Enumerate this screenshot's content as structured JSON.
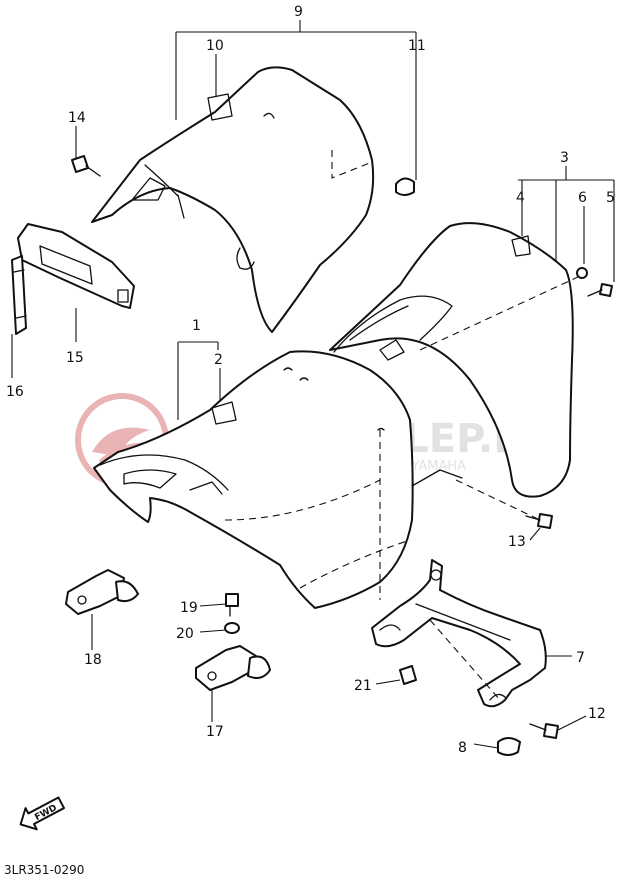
{
  "diagram_code": "3LR351-0290",
  "direction_label": "FWD",
  "watermark": {
    "title": "YAMA-SKLEP.PL",
    "subtitle": "BARCIECHOWICZ | DEALER YAMAHA",
    "logo_color": "#e39b9b",
    "text_color": "#d9d9d9"
  },
  "callouts": [
    {
      "id": "c1",
      "label": "1"
    },
    {
      "id": "c2",
      "label": "2"
    },
    {
      "id": "c3",
      "label": "3"
    },
    {
      "id": "c4",
      "label": "4"
    },
    {
      "id": "c5",
      "label": "5"
    },
    {
      "id": "c6",
      "label": "6"
    },
    {
      "id": "c7",
      "label": "7"
    },
    {
      "id": "c8",
      "label": "8"
    },
    {
      "id": "c9",
      "label": "9"
    },
    {
      "id": "c10",
      "label": "10"
    },
    {
      "id": "c11",
      "label": "11"
    },
    {
      "id": "c12",
      "label": "12"
    },
    {
      "id": "c13",
      "label": "13"
    },
    {
      "id": "c14",
      "label": "14"
    },
    {
      "id": "c15",
      "label": "15"
    },
    {
      "id": "c16",
      "label": "16"
    },
    {
      "id": "c17",
      "label": "17"
    },
    {
      "id": "c18",
      "label": "18"
    },
    {
      "id": "c19",
      "label": "19"
    },
    {
      "id": "c20",
      "label": "20"
    },
    {
      "id": "c21",
      "label": "21"
    }
  ]
}
